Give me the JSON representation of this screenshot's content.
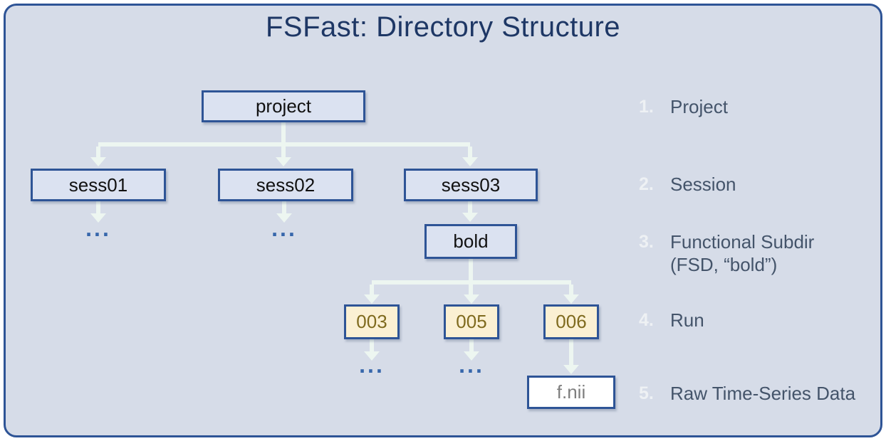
{
  "title": "FSFast: Directory Structure",
  "tree": {
    "nodes": [
      {
        "id": "project",
        "label": "project",
        "type": "dir"
      },
      {
        "id": "sess01",
        "label": "sess01",
        "type": "dir"
      },
      {
        "id": "sess02",
        "label": "sess02",
        "type": "dir"
      },
      {
        "id": "sess03",
        "label": "sess03",
        "type": "dir"
      },
      {
        "id": "bold",
        "label": "bold",
        "type": "dir"
      },
      {
        "id": "run003",
        "label": "003",
        "type": "run"
      },
      {
        "id": "run005",
        "label": "005",
        "type": "run"
      },
      {
        "id": "run006",
        "label": "006",
        "type": "run"
      },
      {
        "id": "fnii",
        "label": "f.nii",
        "type": "file"
      }
    ],
    "ellipsis": "..."
  },
  "legend": {
    "items": [
      {
        "number": "1.",
        "label": "Project"
      },
      {
        "number": "2.",
        "label": "Session"
      },
      {
        "number": "3.",
        "label": "Functional Subdir",
        "label2": "(FSD, “bold”)"
      },
      {
        "number": "4.",
        "label": "Run"
      },
      {
        "number": "5.",
        "label": "Raw Time-Series Data"
      }
    ]
  },
  "colors": {
    "background": "#d6dce8",
    "slide_border": "#2e5496",
    "title_text": "#1e3765",
    "dir_box_fill": "#dbe2f1",
    "box_border": "#2e5496",
    "run_box_fill": "#fbf0d3",
    "run_text": "#7f6a1e",
    "file_box_fill": "#ffffff",
    "file_text": "#7f7f7f",
    "arrow": "#edf6f1",
    "ellipsis_dots": "#3767ab",
    "legend_number": "#eef1f4",
    "legend_text": "#44546a"
  }
}
